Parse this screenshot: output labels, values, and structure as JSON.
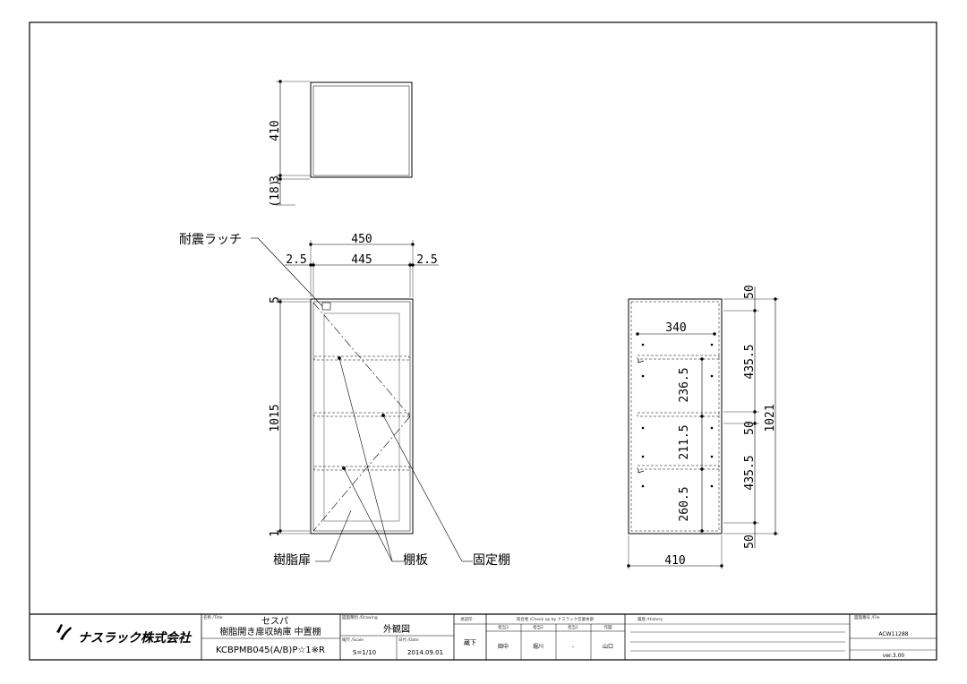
{
  "dimensions": {
    "top_view": {
      "height": "410",
      "bottom_gap": "3",
      "base": "(18)"
    },
    "front_view": {
      "total_width": "450",
      "gap_left": "2.5",
      "inner_width": "445",
      "gap_right": "2.5",
      "top_gap": "5",
      "door_height": "1015",
      "bottom_gap": "1"
    },
    "side_view": {
      "shelf_depth": "340",
      "top": "50",
      "upper_section": "435.5",
      "middle": "50",
      "lower_section": "435.5",
      "bottom": "50",
      "total": "1021",
      "shelf_gap_1": "236.5",
      "shelf_gap_2": "211.5",
      "shelf_gap_3": "260.5",
      "depth": "410"
    }
  },
  "callouts": {
    "seismic_latch": "耐震ラッチ",
    "resin_door": "樹脂扉",
    "shelf_board": "棚板",
    "fixed_shelf": "固定棚"
  },
  "title_block": {
    "company": "ナスラック株式会社",
    "name_header": "名称 /Title",
    "product_series": "セスパ",
    "product_name": "樹脂開き扉収納庫 中置棚",
    "model": "KCBPMB045(A/B)P☆1※R",
    "drawing_type_header": "図面種別 /Drawing",
    "drawing_type": "外観図",
    "scale_header": "縮尺 /Scale",
    "scale": "S=1/10",
    "date_header": "日付 /Date",
    "date": "2014.09.01",
    "approval_header": "承認印",
    "approval": "蔵下",
    "check_header": "照合者 /Check up by ナスラック営業本部",
    "check_1_header": "担当3",
    "check_2_header": "担当2",
    "check_3_header": "担当1",
    "check_4_header": "作図",
    "check_1": "田中",
    "check_2": "堀川",
    "check_3": "-",
    "check_4": "山口",
    "history_header": "履歴 /History",
    "file_header": "図面番号 /File",
    "file_no": "ACW11288",
    "version": "ver.3.00"
  }
}
